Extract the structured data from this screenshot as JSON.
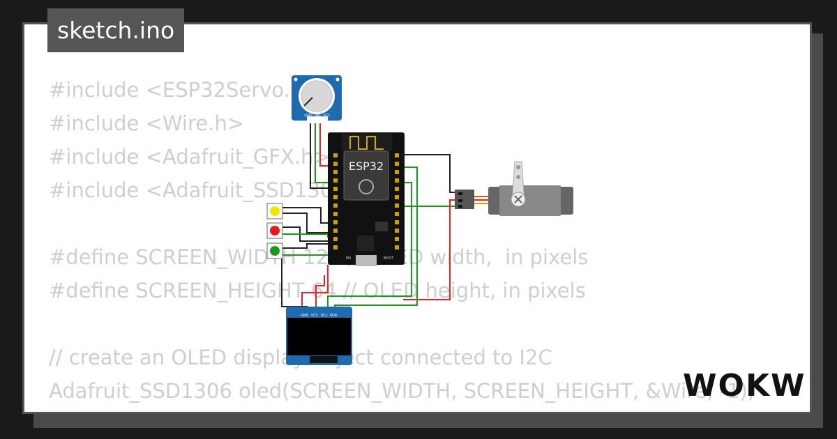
{
  "title": "sketch.ino",
  "code_lines": [
    "#include <ESP32Servo.h>",
    "#include <Wire.h>",
    "#include <Adafruit_GFX.h>",
    "#include <Adafruit_SSD1306.h>",
    "",
    "#define SCREEN_WIDTH 128 // OLED width,  in pixels",
    "#define SCREEN_HEIGHT 64 // OLED height, in pixels",
    "",
    "// create an OLED display object connected to I2C",
    "Adafruit_SSD1306 oled(SCREEN_WIDTH, SCREEN_HEIGHT, &Wire, -1);"
  ],
  "logo_text": "WOKWi",
  "board_label": "ESP32",
  "pot_pin_labels": [
    "GND",
    "SIG",
    "VCC"
  ],
  "oled_pin_labels": [
    "GND",
    "VCC",
    "SCL",
    "SDA"
  ],
  "board_chip_labels": [
    "EN",
    "BOOT"
  ],
  "colors": {
    "background": "#1a1a1a",
    "card": "#ffffff",
    "code_text": "#cfcfcf",
    "badge": "#555555",
    "wire_red": "#e8232a",
    "wire_green": "#1a9a1a",
    "wire_black": "#222222",
    "led_yellow": "#f3e600",
    "led_red": "#e81a1a",
    "led_green": "#1a9a1a"
  },
  "icons": {
    "potentiometer": "potentiometer-icon",
    "esp32": "esp32-board-icon",
    "servo": "servo-motor-icon",
    "oled": "oled-display-icon",
    "leds": "led-icon"
  }
}
